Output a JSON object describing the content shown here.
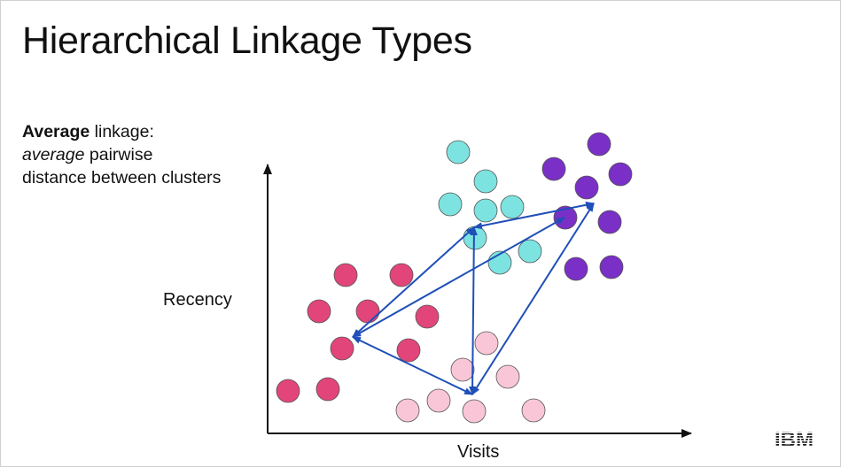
{
  "slide": {
    "title": "Hierarchical Linkage Types",
    "description": {
      "line1_bold": "Average",
      "line1_rest": " linkage:",
      "line2_italic": "average",
      "line2_rest": " pairwise",
      "line3": "distance between clusters"
    },
    "logo_text": "IBM"
  },
  "axes": {
    "x_label": "Visits",
    "y_label": "Recency"
  },
  "colors": {
    "red_cluster": "#e2457a",
    "cyan_cluster": "#7de3e0",
    "purple_cluster": "#7a2fc7",
    "pink_cluster": "#f9c6d8",
    "arrows": "#1f4fb8",
    "axis": "#111111"
  },
  "clusters": {
    "red": [
      [
        325,
        442
      ],
      [
        370,
        440
      ],
      [
        386,
        394
      ],
      [
        360,
        352
      ],
      [
        415,
        352
      ],
      [
        390,
        311
      ],
      [
        453,
        311
      ],
      [
        482,
        358
      ],
      [
        461,
        396
      ]
    ],
    "cyan": [
      [
        517,
        172
      ],
      [
        548,
        205
      ],
      [
        508,
        231
      ],
      [
        548,
        238
      ],
      [
        578,
        234
      ],
      [
        536,
        269
      ],
      [
        564,
        297
      ],
      [
        598,
        284
      ]
    ],
    "purple": [
      [
        676,
        163
      ],
      [
        625,
        191
      ],
      [
        700,
        197
      ],
      [
        662,
        212
      ],
      [
        638,
        246
      ],
      [
        688,
        251
      ],
      [
        650,
        304
      ],
      [
        690,
        302
      ]
    ],
    "pink": [
      [
        460,
        464
      ],
      [
        495,
        453
      ],
      [
        535,
        465
      ],
      [
        602,
        464
      ],
      [
        549,
        388
      ],
      [
        522,
        418
      ],
      [
        573,
        426
      ]
    ]
  },
  "arrows": [
    [
      [
        398,
        381
      ],
      [
        535,
        257
      ]
    ],
    [
      [
        398,
        381
      ],
      [
        533,
        446
      ]
    ],
    [
      [
        398,
        381
      ],
      [
        637,
        246
      ]
    ],
    [
      [
        535,
        257
      ],
      [
        670,
        230
      ]
    ],
    [
      [
        535,
        257
      ],
      [
        533,
        446
      ]
    ],
    [
      [
        533,
        446
      ],
      [
        670,
        230
      ]
    ]
  ]
}
